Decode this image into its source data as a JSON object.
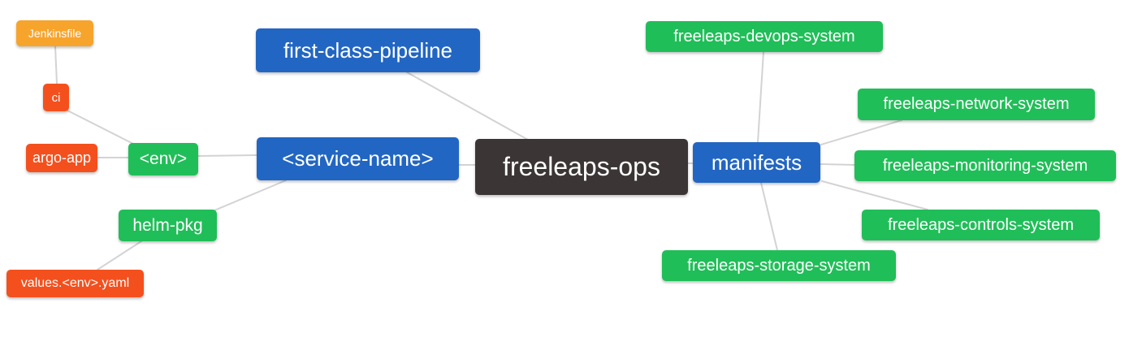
{
  "diagram": {
    "type": "mindmap",
    "root_label": "freeleaps-ops",
    "palette": {
      "amber": "#F7A42C",
      "red": "#F4501E",
      "green": "#20BE58",
      "blue": "#2266C3",
      "dark": "#3B3535",
      "edge_gray": "#D3D3D3",
      "text": "#FFFFFF",
      "background": "#FFFFFF"
    },
    "nodes": [
      {
        "label": "Jenkinsfile",
        "color": "amber"
      },
      {
        "label": "ci",
        "color": "red"
      },
      {
        "label": "argo-app",
        "color": "red"
      },
      {
        "label": "<env>",
        "color": "green"
      },
      {
        "label": "helm-pkg",
        "color": "green"
      },
      {
        "label": "values.<env>.yaml",
        "color": "red"
      },
      {
        "label": "first-class-pipeline",
        "color": "blue"
      },
      {
        "label": "<service-name>",
        "color": "blue"
      },
      {
        "label": "freeleaps-ops",
        "color": "dark"
      },
      {
        "label": "manifests",
        "color": "blue"
      },
      {
        "label": "freeleaps-devops-system",
        "color": "green"
      },
      {
        "label": "freeleaps-network-system",
        "color": "green"
      },
      {
        "label": "freeleaps-monitoring-system",
        "color": "green"
      },
      {
        "label": "freeleaps-controls-system",
        "color": "green"
      },
      {
        "label": "freeleaps-storage-system",
        "color": "green"
      }
    ],
    "edges": [
      "Jenkinsfile-ci",
      "ci-<env>",
      "argo-app-<env>",
      "<env>-<service-name>",
      "<service-name>-helm-pkg",
      "helm-pkg-values.<env>.yaml",
      "first-class-pipeline-freeleaps-ops",
      "<service-name>-freeleaps-ops",
      "freeleaps-ops-manifests",
      "manifests-freeleaps-devops-system",
      "manifests-freeleaps-network-system",
      "manifests-freeleaps-monitoring-system",
      "manifests-freeleaps-controls-system",
      "manifests-freeleaps-storage-system"
    ]
  }
}
